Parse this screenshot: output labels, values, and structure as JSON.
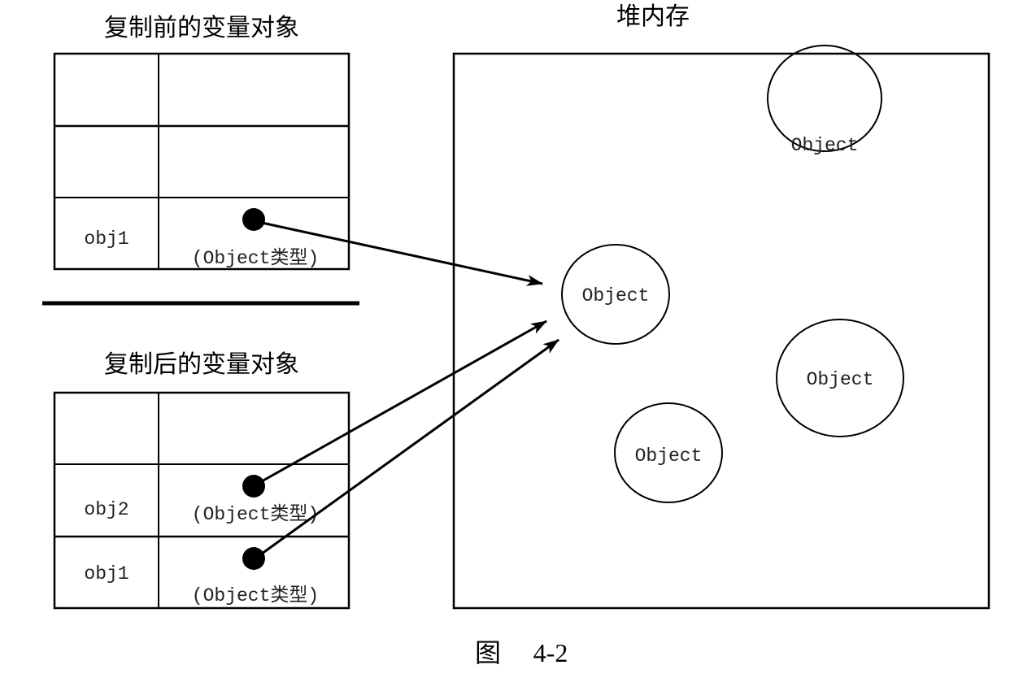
{
  "before": {
    "title": "复制前的变量对象",
    "rows": [
      {
        "name": "",
        "value": ""
      },
      {
        "name": "",
        "value": ""
      },
      {
        "name": "obj1",
        "value": "(Object类型)"
      }
    ]
  },
  "after": {
    "title": "复制后的变量对象",
    "rows": [
      {
        "name": "",
        "value": ""
      },
      {
        "name": "obj2",
        "value": "(Object类型)"
      },
      {
        "name": "obj1",
        "value": "(Object类型)"
      }
    ]
  },
  "heap": {
    "title": "堆内存",
    "objects": [
      {
        "label": "Object"
      },
      {
        "label": "Object"
      },
      {
        "label": "Object"
      },
      {
        "label": "Object"
      }
    ]
  },
  "figure": {
    "prefix": "图",
    "number": "4-2"
  }
}
